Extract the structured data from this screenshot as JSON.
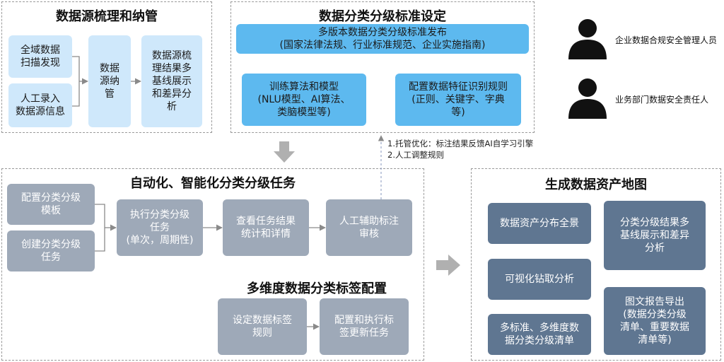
{
  "panel1": {
    "title": "数据源梳理和纳管",
    "box_scan": "全域数据\n扫描发现",
    "box_manual": "人工录入\n数据源信息",
    "box_manage": "数据\n源纳\n管",
    "box_result": "数据源梳\n理结果多\n基线展示\n和差异分\n析"
  },
  "panel2": {
    "title": "数据分类分级标准设定",
    "box_publish": "多版本数据分类分级标准发布\n(国家法律法规、行业标准规范、企业实施指南)",
    "box_train": "训练算法和模型\n(NLU模型、AI算法、\n类脑模型等)",
    "box_rules": "配置数据特征识别规则\n(正则、关键字、字典\n等)"
  },
  "roles": [
    {
      "icon": "person-icon",
      "label": "企业数据合规安全管理人员"
    },
    {
      "icon": "person-icon",
      "label": "业务部门数据安全责任人"
    }
  ],
  "feedback_note": {
    "line1": "1.托管优化：标注结果反馈AI自学习引擎",
    "line2": "2.人工调整规则"
  },
  "panel3": {
    "title": "自动化、智能化分类分级任务",
    "box_template": "配置分类分级\n模板",
    "box_create": "创建分类分级\n任务",
    "box_execute": "执行分类分级\n任务\n(单次，周期性)",
    "box_view": "查看任务结果\n统计和详情",
    "box_review": "人工辅助标注\n审核",
    "subtitle": "多维度数据分类标签配置",
    "box_tagrule": "设定数据标签\n规则",
    "box_tagtask": "配置和执行标\n签更新任务"
  },
  "panel4": {
    "title": "生成数据资产地图",
    "box_overview": "数据资产分布全景",
    "box_drill": "可视化钻取分析",
    "box_list": "多标准、多维度数\n据分类分级清单",
    "box_multi": "分类分级结果多\n基线展示和差异\n分析",
    "box_report": "图文报告导出\n(数据分类分级\n清单、重要数据\n清单等)"
  },
  "colors": {
    "light_blue": "#cfe8fb",
    "mid_blue": "#5db9ef",
    "gray_blue": "#9ea9b8",
    "dark_slate": "#5f7691",
    "arrow_gray": "#b0b0b0"
  }
}
